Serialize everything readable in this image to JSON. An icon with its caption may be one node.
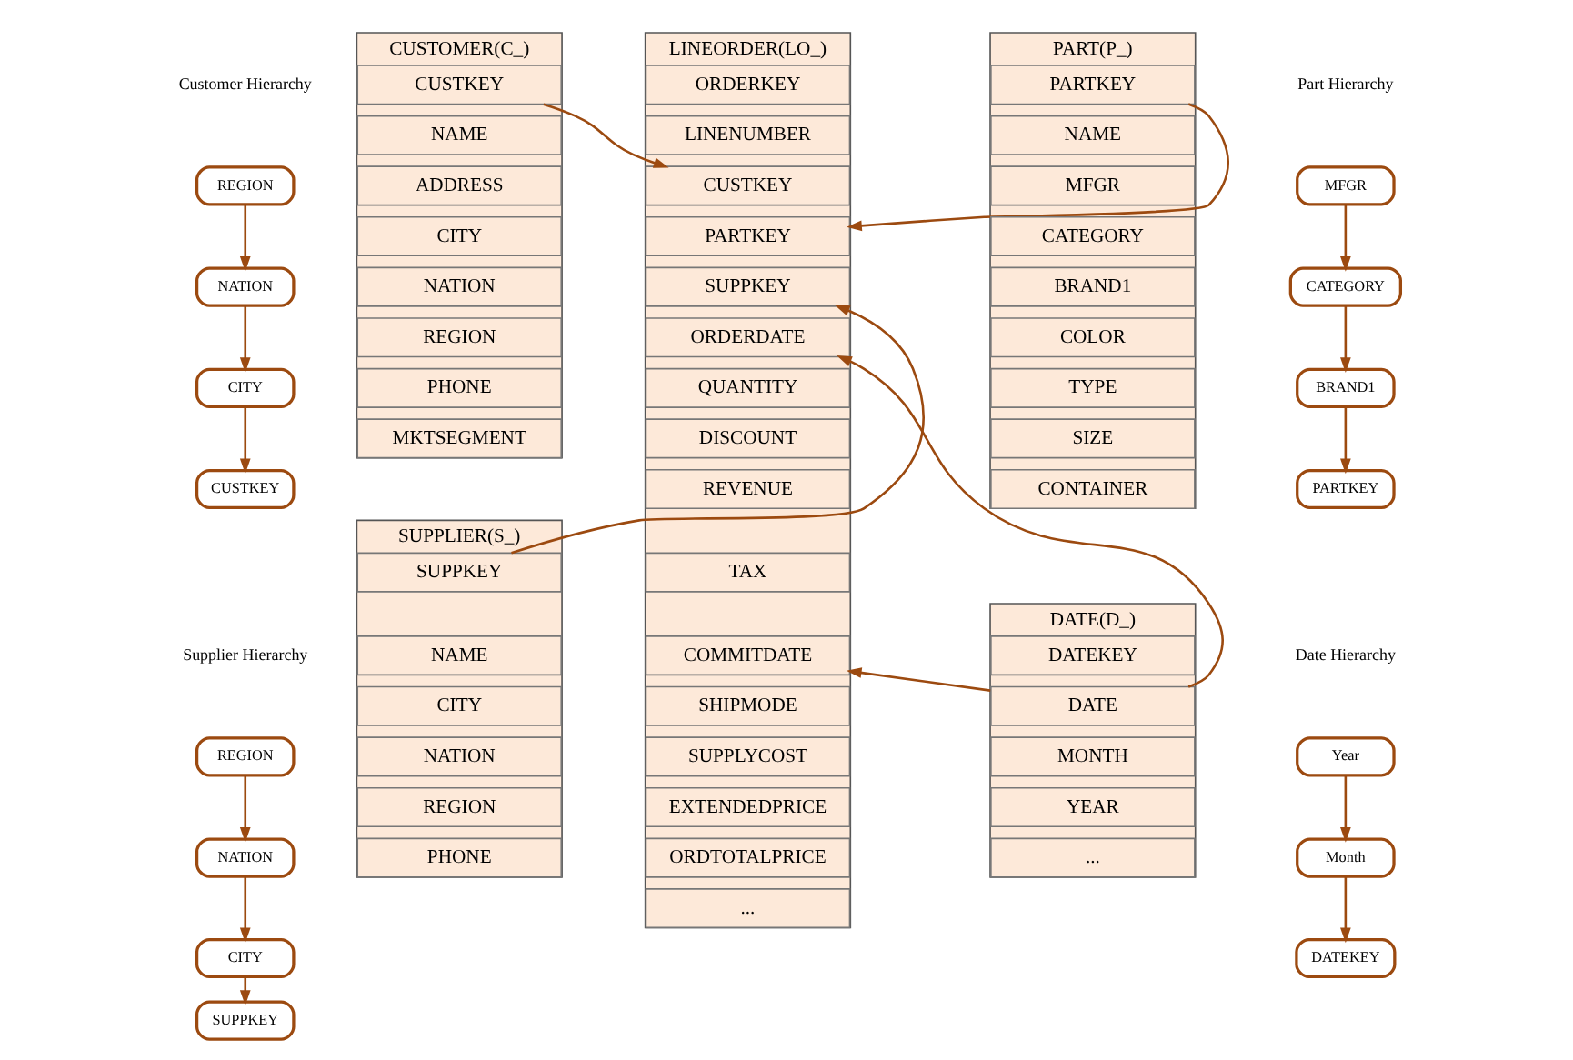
{
  "diagram": {
    "nodes": [
      {
        "text": [
          "REGION"
        ]
      },
      {
        "text": [
          "NATION"
        ]
      },
      {
        "text": [
          "CITY"
        ]
      },
      {
        "text": [
          "CUSTKEY"
        ]
      },
      {
        "text": [
          "CUSTOMER(C_)"
        ]
      },
      {
        "text": [
          "CUSTKEY"
        ],
        "in": 4
      },
      {
        "text": [
          "NAME"
        ],
        "in": 4
      },
      {
        "text": [
          "ADDRESS"
        ],
        "in": 4
      },
      {
        "text": [
          "CITY"
        ],
        "in": 4
      },
      {
        "text": [
          "NATION"
        ],
        "in": 4
      },
      {
        "text": [
          "REGION"
        ],
        "in": 4
      },
      {
        "text": [
          "PHONE"
        ],
        "in": 4
      },
      {
        "text": [
          "MKTSEGMENT"
        ],
        "in": 4
      },
      {
        "text": [
          "LINEORDER(LO_)"
        ]
      },
      {
        "text": [
          "ORDERKEY"
        ],
        "in": 13
      },
      {
        "text": [
          "LINENUMBER"
        ],
        "in": 13
      },
      {
        "text": [
          "CUSTKEY"
        ],
        "in": 13
      },
      {
        "text": [
          "PARTKEY"
        ],
        "in": 13
      },
      {
        "text": [
          "SUPPKEY"
        ],
        "in": 13
      },
      {
        "text": [
          "ORDERDATE"
        ],
        "in": 13
      },
      {
        "text": [
          "QUANTITY"
        ],
        "in": 13
      },
      {
        "text": [
          "DISCOUNT"
        ],
        "in": 13
      },
      {
        "text": [
          "REVENUE"
        ],
        "in": 13
      },
      {
        "text": [
          "TAX"
        ],
        "in": 13
      },
      {
        "text": [
          "COMMITDATE"
        ],
        "in": 13
      },
      {
        "text": [
          "SHIPMODE"
        ],
        "in": 13
      },
      {
        "text": [
          "SUPPLYCOST"
        ],
        "in": 13
      },
      {
        "text": [
          "EXTENDEDPRICE"
        ],
        "in": 13
      },
      {
        "text": [
          "ORDTOTALPRICE"
        ],
        "in": 13
      },
      {
        "text": [
          "..."
        ],
        "in": 13
      },
      {
        "text": [
          "PART(P_)"
        ]
      },
      {
        "text": [
          "PARTKEY"
        ],
        "in": 30
      },
      {
        "text": [
          "NAME"
        ],
        "in": 30
      },
      {
        "text": [
          "MFGR"
        ],
        "in": 30
      },
      {
        "text": [
          "CATEGORY"
        ],
        "in": 30
      },
      {
        "text": [
          "BRAND1"
        ],
        "in": 30
      },
      {
        "text": [
          "COLOR"
        ],
        "in": 30
      },
      {
        "text": [
          "TYPE"
        ],
        "in": 30
      },
      {
        "text": [
          "SIZE"
        ],
        "in": 30
      },
      {
        "text": [
          "CONTAINER"
        ],
        "in": 30
      },
      {
        "text": [
          "MFGR"
        ]
      },
      {
        "text": [
          "CATEGORY"
        ]
      },
      {
        "text": [
          "BRAND1"
        ]
      },
      {
        "text": [
          "PARTKEY"
        ]
      },
      {
        "text": [
          "REGION"
        ]
      },
      {
        "text": [
          "NATION"
        ]
      },
      {
        "text": [
          "CITY"
        ]
      },
      {
        "text": [
          "SUPPKEY"
        ]
      },
      {
        "text": [
          "SUPPLIER(S_)"
        ]
      },
      {
        "text": [
          "SUPPKEY"
        ],
        "in": 48
      },
      {
        "text": [
          "NAME"
        ],
        "in": 48
      },
      {
        "text": [
          "CITY"
        ],
        "in": 48
      },
      {
        "text": [
          "NATION"
        ],
        "in": 48
      },
      {
        "text": [
          "REGION"
        ],
        "in": 48
      },
      {
        "text": [
          "PHONE"
        ],
        "in": 48
      },
      {
        "text": [
          "DATE(D_)"
        ]
      },
      {
        "text": [
          "DATEKEY"
        ],
        "in": 55
      },
      {
        "text": [
          "DATE"
        ],
        "in": 55
      },
      {
        "text": [
          "MONTH"
        ],
        "in": 55
      },
      {
        "text": [
          "YEAR"
        ],
        "in": 55
      },
      {
        "text": [
          "..."
        ],
        "in": 55
      },
      {
        "text": [
          "Year"
        ]
      },
      {
        "text": [
          "Month"
        ]
      },
      {
        "text": [
          "DATEKEY"
        ]
      }
    ],
    "edges": [
      {
        "from": 0,
        "to": 1,
        "arrow": "to"
      },
      {
        "from": 1,
        "to": 2,
        "arrow": "to"
      },
      {
        "from": 2,
        "to": 3,
        "arrow": "to"
      },
      {
        "from": 5,
        "to": 16,
        "arrow": "to"
      },
      {
        "from": 31,
        "to": 17,
        "arrow": "to"
      },
      {
        "from": 40,
        "to": 41,
        "arrow": "to"
      },
      {
        "from": 41,
        "to": 42,
        "arrow": "to"
      },
      {
        "from": 42,
        "to": 43,
        "arrow": "to"
      },
      {
        "from": 44,
        "to": 45,
        "arrow": "to"
      },
      {
        "from": 45,
        "to": 46,
        "arrow": "to"
      },
      {
        "from": 46,
        "to": 47,
        "arrow": "to"
      },
      {
        "from": 49,
        "to": 18,
        "arrow": "to"
      },
      {
        "from": 57,
        "to": 19,
        "arrow": "to"
      },
      {
        "from": 57,
        "to": 24,
        "arrow": "to"
      },
      {
        "from": 61,
        "to": 62,
        "arrow": "to"
      },
      {
        "from": 62,
        "to": 63,
        "arrow": "to"
      }
    ],
    "labels": [
      "Customer Hierarchy",
      "Part Hierarchy",
      "Supplier Hierarchy",
      "Date Hierarchy"
    ]
  }
}
